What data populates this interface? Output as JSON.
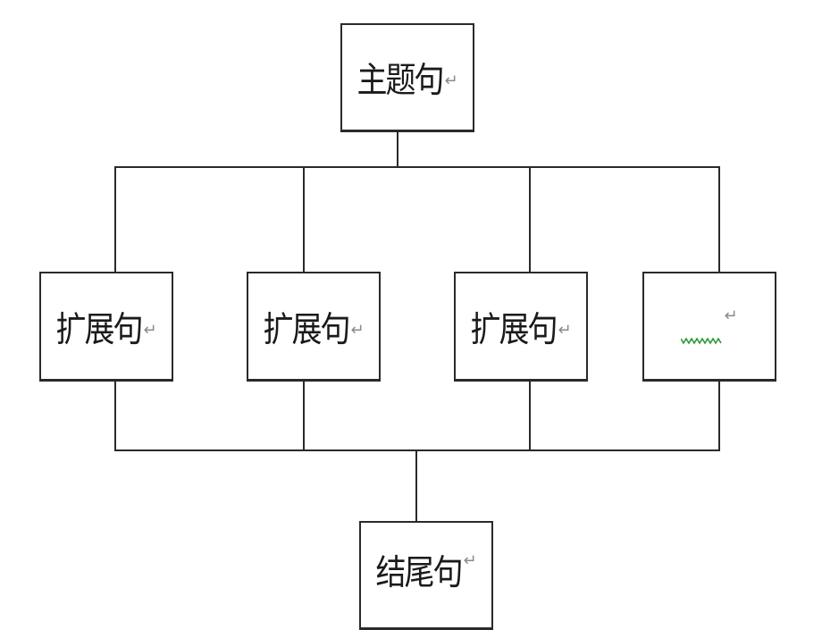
{
  "diagram": {
    "top": {
      "label": "主题句",
      "mark": "↵"
    },
    "middle": [
      {
        "label": "扩展句",
        "mark": "↵"
      },
      {
        "label": "扩展句",
        "mark": "↵"
      },
      {
        "label": "扩展句",
        "mark": "↵"
      },
      {
        "label": "",
        "mark": "↵"
      }
    ],
    "bottom": {
      "label": "结尾句",
      "mark": "↵"
    },
    "colors": {
      "line": "#2a2a2a",
      "box_border": "#2a2a2a",
      "paragraph_mark": "#8a8a8a",
      "spellcheck_squiggle": "#2e9a3a"
    }
  }
}
